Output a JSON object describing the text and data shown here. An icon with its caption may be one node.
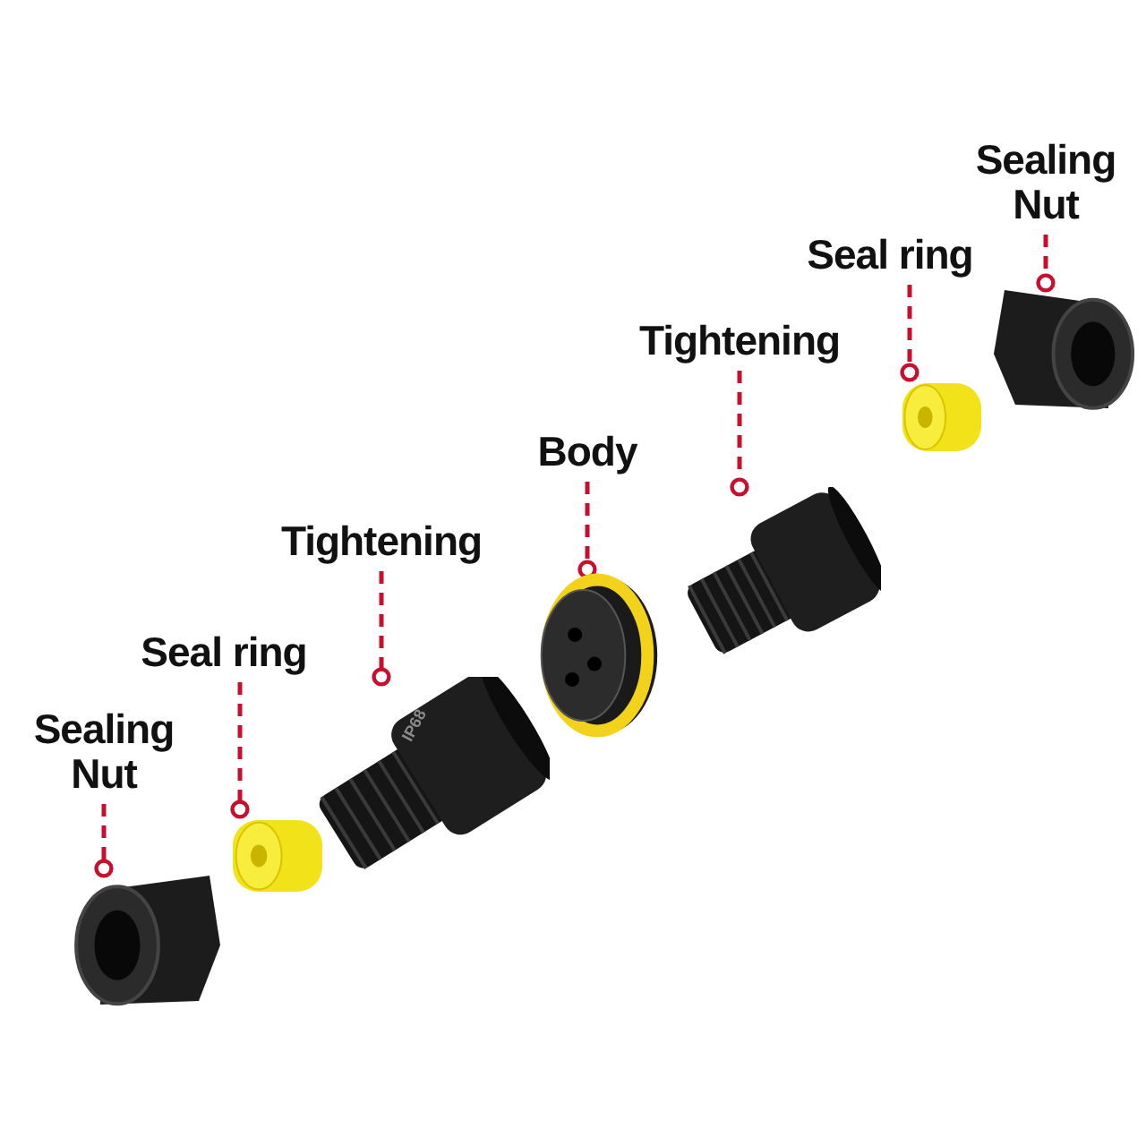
{
  "diagram": {
    "nodes": [
      {
        "text": [
          "Sealing Nut"
        ]
      },
      {
        "text": [
          "Seal ring"
        ]
      },
      {
        "text": [
          "Tightening"
        ]
      },
      {
        "text": [
          "Body"
        ]
      },
      {
        "text": [
          "Tightening"
        ]
      },
      {
        "text": [
          "Seal ring"
        ]
      },
      {
        "text": [
          "Sealing Nut"
        ]
      },
      {
        "text": [],
        "shape": "picture"
      },
      {
        "text": [],
        "shape": "picture"
      },
      {
        "text": [],
        "shape": "picture"
      },
      {
        "text": [],
        "shape": "picture"
      },
      {
        "text": [],
        "shape": "picture"
      },
      {
        "text": [],
        "shape": "picture"
      },
      {
        "text": [],
        "shape": "picture"
      }
    ],
    "edges": [
      {
        "from": 0,
        "to": 7,
        "arrow": "other",
        "style": "dashed"
      },
      {
        "from": 1,
        "to": 8,
        "arrow": "other",
        "style": "dashed"
      },
      {
        "from": 2,
        "to": 9,
        "arrow": "other",
        "style": "dashed"
      },
      {
        "from": 3,
        "to": 10,
        "arrow": "other",
        "style": "dashed"
      },
      {
        "from": 4,
        "to": 11,
        "arrow": "other",
        "style": "dashed"
      },
      {
        "from": 5,
        "to": 12,
        "arrow": "other",
        "style": "dashed"
      },
      {
        "from": 6,
        "to": 13,
        "arrow": "other",
        "style": "dashed"
      }
    ],
    "labels": [
      "IP68"
    ]
  }
}
